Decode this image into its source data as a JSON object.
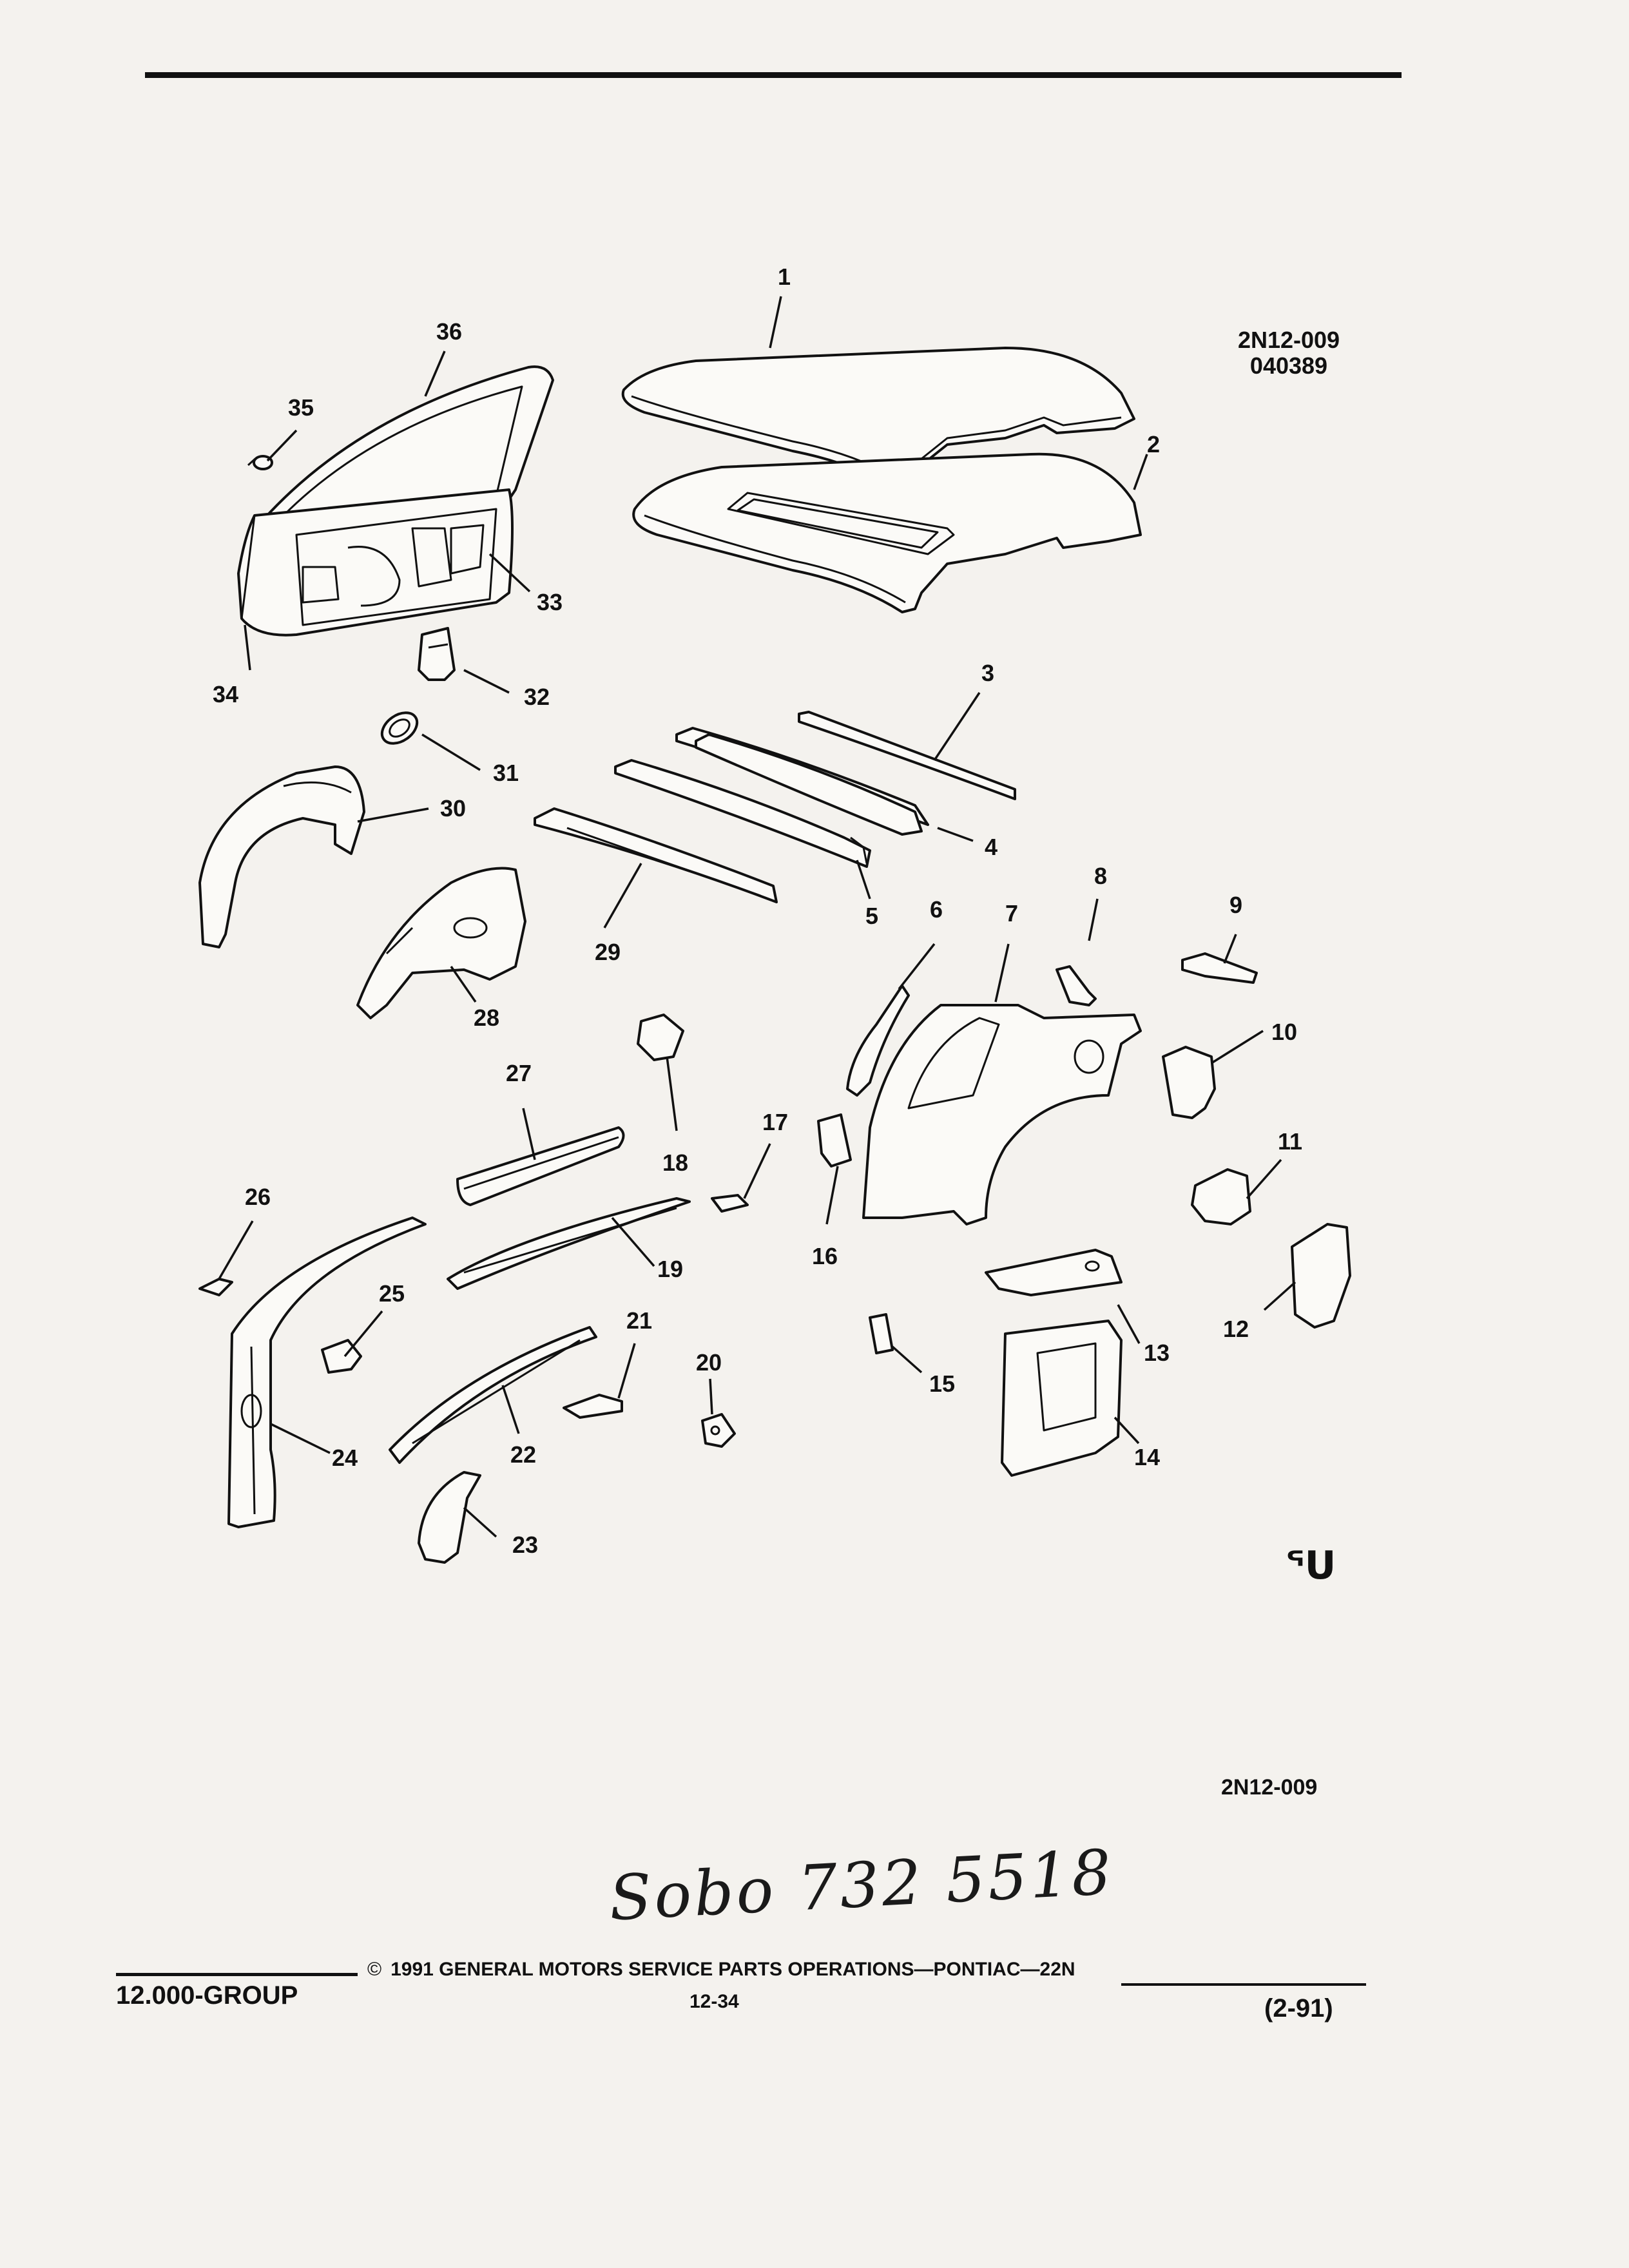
{
  "figure_code_top": [
    "2N12-009",
    "040389"
  ],
  "figure_code_bottom": "2N12-009",
  "handwritten_note": "Sobo 732 5518",
  "footer": {
    "group": "12.000-GROUP",
    "copyright_symbol": "©",
    "copyright": "1991 GENERAL MOTORS SERVICE PARTS OPERATIONS—PONTIAC—22N",
    "page_number": "12-34",
    "date": "(2-91)"
  },
  "symbol_mark": "ᕐᑌ",
  "callouts": [
    "1",
    "2",
    "3",
    "4",
    "5",
    "6",
    "7",
    "8",
    "9",
    "10",
    "11",
    "12",
    "13",
    "14",
    "15",
    "16",
    "17",
    "18",
    "19",
    "20",
    "21",
    "22",
    "23",
    "24",
    "25",
    "26",
    "27",
    "28",
    "29",
    "30",
    "31",
    "32",
    "33",
    "34",
    "35",
    "36"
  ]
}
